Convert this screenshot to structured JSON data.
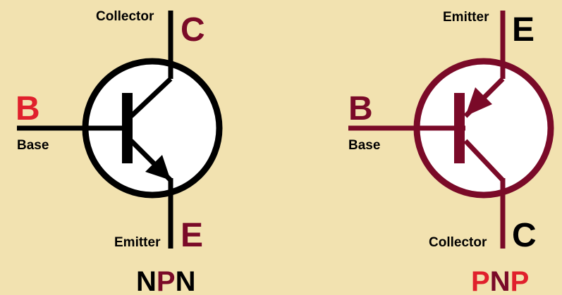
{
  "colors": {
    "background": "#f2e2b0",
    "black": "#000000",
    "maroon": "#7a0a28",
    "red": "#e0202c",
    "circle_fill": "#ffffff"
  },
  "npn": {
    "collector_label": "Collector",
    "collector_letter": "C",
    "base_letter": "B",
    "base_label": "Base",
    "emitter_label": "Emitter",
    "emitter_letter": "E",
    "title_parts": [
      "N",
      "P",
      "N"
    ]
  },
  "pnp": {
    "emitter_label": "Emitter",
    "emitter_letter": "E",
    "base_letter": "B",
    "base_label": "Base",
    "collector_label": "Collector",
    "collector_letter": "C",
    "title_parts": [
      "P",
      "N",
      "P"
    ]
  }
}
